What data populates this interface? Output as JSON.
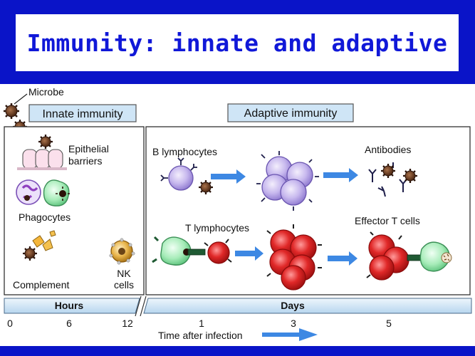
{
  "slide": {
    "title": "Immunity: innate and adaptive"
  },
  "diagram": {
    "microbe_label": "Microbe",
    "innate_header": "Innate immunity",
    "adaptive_header": "Adaptive immunity",
    "innate": {
      "epithelial_line1": "Epithelial",
      "epithelial_line2": "barriers",
      "phagocytes": "Phagocytes",
      "complement": "Complement",
      "nk_line1": "NK",
      "nk_line2": "cells"
    },
    "adaptive": {
      "b_lymphocytes": "B lymphocytes",
      "antibodies": "Antibodies",
      "t_lymphocytes": "T lymphocytes",
      "effector_t_cells": "Effector T cells"
    },
    "timeline": {
      "hours_label": "Hours",
      "days_label": "Days",
      "ticks": [
        "0",
        "6",
        "12",
        "1",
        "3",
        "5"
      ],
      "axis_label": "Time after infection"
    }
  },
  "colors": {
    "title_band": "#0a14c8",
    "title_text": "#1018d8",
    "b_cell": "#b9a8ea",
    "t_cell": "#e02828",
    "phagocyte": "#8fe0a6",
    "nk_cell": "#e3a93a",
    "microbe": "#6b3c22",
    "arrow": "#3d88e3",
    "header_fill": "#cfe5f6"
  }
}
